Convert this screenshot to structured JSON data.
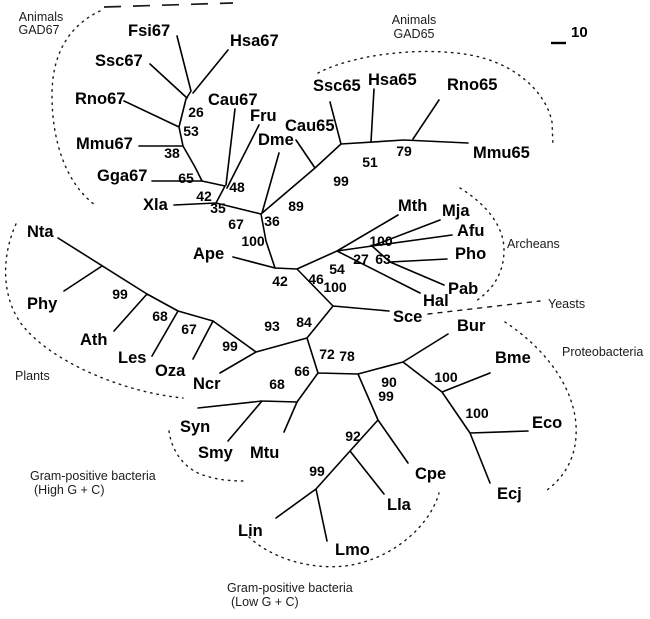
{
  "figure": {
    "type": "unrooted phylogenetic tree of GAD proteins",
    "scale_bar": {
      "label": "10"
    },
    "group_labels": {
      "animals_gad67": [
        "Animals",
        "GAD67"
      ],
      "animals_gad65": [
        "Animals",
        "GAD65"
      ],
      "archeans": "Archeans",
      "yeasts": "Yeasts",
      "plants": "Plants",
      "proteobacteria": "Proteobacteria",
      "gram_positive_high": [
        "Gram-positive bacteria",
        "(High G + C)"
      ],
      "gram_positive_low": [
        "Gram-positive bacteria",
        "(Low G + C)"
      ]
    },
    "taxa": [
      "Fsi67",
      "Hsa67",
      "Ssc67",
      "Rno67",
      "Mmu67",
      "Gga67",
      "Xla",
      "Cau67",
      "Fru",
      "Dme",
      "Cau65",
      "Ssc65",
      "Hsa65",
      "Rno65",
      "Mmu65",
      "Mth",
      "Mja",
      "Afu",
      "Pho",
      "Pab",
      "Hal",
      "Sce",
      "Bur",
      "Nta",
      "Phy",
      "Ath",
      "Les",
      "Oza",
      "Ncr",
      "Ape",
      "Syn",
      "Smy",
      "Mtu",
      "Cpe",
      "Lla",
      "Lin",
      "Lmo",
      "Bme",
      "Eco",
      "Ecj"
    ],
    "bootstraps": [
      "26",
      "53",
      "38",
      "65",
      "48",
      "42",
      "35",
      "67",
      "36",
      "100",
      "89",
      "99",
      "51",
      "79",
      "100",
      "27",
      "63",
      "54",
      "42",
      "46",
      "100",
      "93",
      "84",
      "72",
      "78",
      "66",
      "68",
      "99",
      "68",
      "67",
      "99",
      "90",
      "99",
      "92",
      "99",
      "100",
      "100"
    ]
  }
}
